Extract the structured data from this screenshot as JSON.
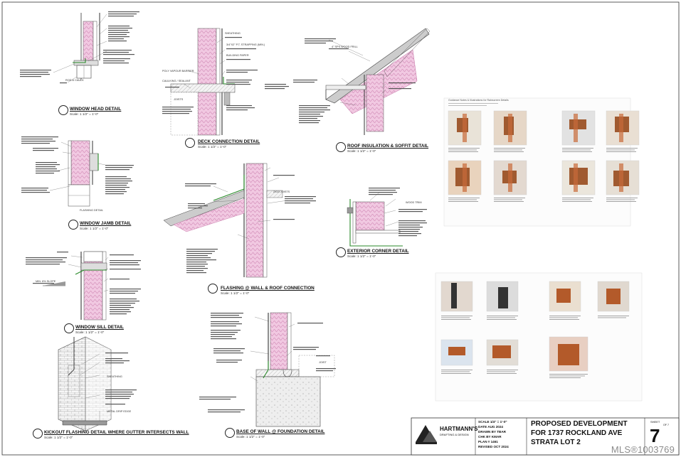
{
  "details": [
    {
      "id": "window-head",
      "title": "WINDOW HEAD DETAIL",
      "scale": "Scale: 1 1/2\" = 1'-0\""
    },
    {
      "id": "deck-connection",
      "title": "DECK CONNECTION DETAIL",
      "scale": "Scale: 1 1/2\" = 1'-0\""
    },
    {
      "id": "roof-insulation",
      "title": "ROOF INSULATION & SOFFIT DETAIL",
      "scale": "Scale: 1 1/2\" = 1'-0\""
    },
    {
      "id": "window-jamb",
      "title": "WINDOW JAMB DETAIL",
      "scale": "Scale: 1 1/2\" = 1'-0\""
    },
    {
      "id": "flashing-wall-roof",
      "title": "FLASHING @ WALL & ROOF CONNECTION",
      "scale": "Scale: 1 1/2\" = 1'-0\""
    },
    {
      "id": "exterior-corner",
      "title": "EXTERIOR CORNER DETAIL",
      "scale": "Scale: 1 1/2\" = 1'-0\""
    },
    {
      "id": "window-sill",
      "title": "WINDOW SILL DETAIL",
      "scale": "Scale: 1 1/2\" = 1'-0\""
    },
    {
      "id": "base-of-wall",
      "title": "BASE OF WALL @ FOUNDATION DETAIL",
      "scale": "Scale: 1 1/2\" = 1'-0\""
    },
    {
      "id": "kickout",
      "title": "KICKOUT FLASHING DETAIL WHERE GUTTER INTERSECTS WALL",
      "scale": "Scale: 1 1/2\" = 1'-0\""
    }
  ],
  "labels": {
    "sheathing": "SHEATHING",
    "strapping": "3/4\"X2\" P.T. STRAPPING (MIN.)",
    "building_paper": "BUILDING PAPER",
    "poly_barrier": "POLY VAPOUR BARRIER",
    "caulking": "CAULKING / SEALANT",
    "joists": "JOISTS",
    "rod_caulk": "ROD & CAULK",
    "flashing_detail": "FLASHING DETAIL",
    "wood_trim": "WOOD TRIM",
    "2x10_joists": "2X10 JOISTS",
    "joist": "JOIST",
    "min_slope": "MIN. 6% SLOPE",
    "sheathing_label": "SHEATHING",
    "metal_drip": "METAL DRIP EDGE",
    "mod_vent": "4\" SPS WOOD FRILL"
  },
  "reference_panel": {
    "title": "Guidance Notes & Illustrations for Rainscreen Details"
  },
  "title_block": {
    "company": "HARTMANN'S",
    "company_sub": "DRAFTING & DESIGN",
    "scale": "SCALE 1/4\" = 1'-0\"",
    "date": "DATE AUG 2024",
    "drawn": "DRAWN BY TBAR",
    "checked": "CHK BY KMAR",
    "plan": "PLAN # 1461",
    "revised": "REVISED OCT 2024",
    "project_line1": "PROPOSED DEVELOPMENT",
    "project_line2": "FOR 1737 ROCKLAND AVE",
    "project_line3": "STRATA LOT 2",
    "sheet_label": "SHEET",
    "sheet_number": "7",
    "sheet_of": "OF 7"
  },
  "watermark": "MLS®1003769",
  "colors": {
    "insulation": "#e6b3d3",
    "insulation_stroke": "#c06aa0",
    "flashing": "#2a8a2a",
    "siding": "#777777",
    "line": "#333333"
  }
}
